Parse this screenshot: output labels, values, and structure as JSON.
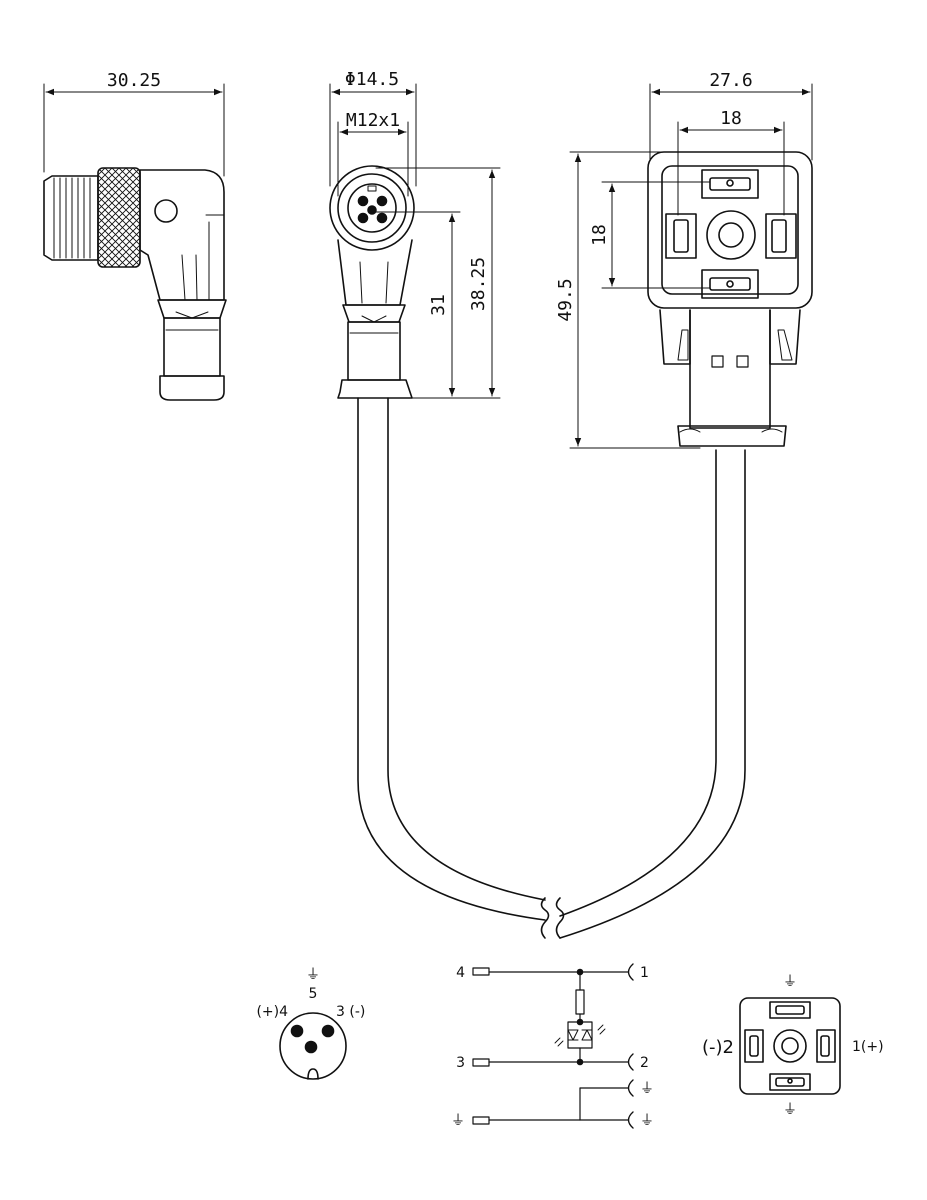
{
  "dimensions": {
    "side_width": "30.25",
    "front_diameter": "Φ14.5",
    "front_thread": "M12x1",
    "front_height_inner": "31",
    "front_height_outer": "38.25",
    "valve_width": "27.6",
    "valve_pin_spacing_h": "18",
    "valve_pin_spacing_v": "18",
    "valve_height": "49.5"
  },
  "m12_pinout": {
    "pin_ground": "⏚",
    "pin_5": "5",
    "pin_4": "(+)4",
    "pin_3": "3 (-)"
  },
  "wiring": {
    "left_4": "4",
    "left_3": "3",
    "left_ground": "⏚",
    "right_1": "1",
    "right_2": "2",
    "right_ground_a": "⏚",
    "right_ground_b": "⏚"
  },
  "valve_pinout": {
    "ground_top": "⏚",
    "ground_bottom": "⏚",
    "pin_2": "(-)2",
    "pin_1": "1(+)"
  }
}
